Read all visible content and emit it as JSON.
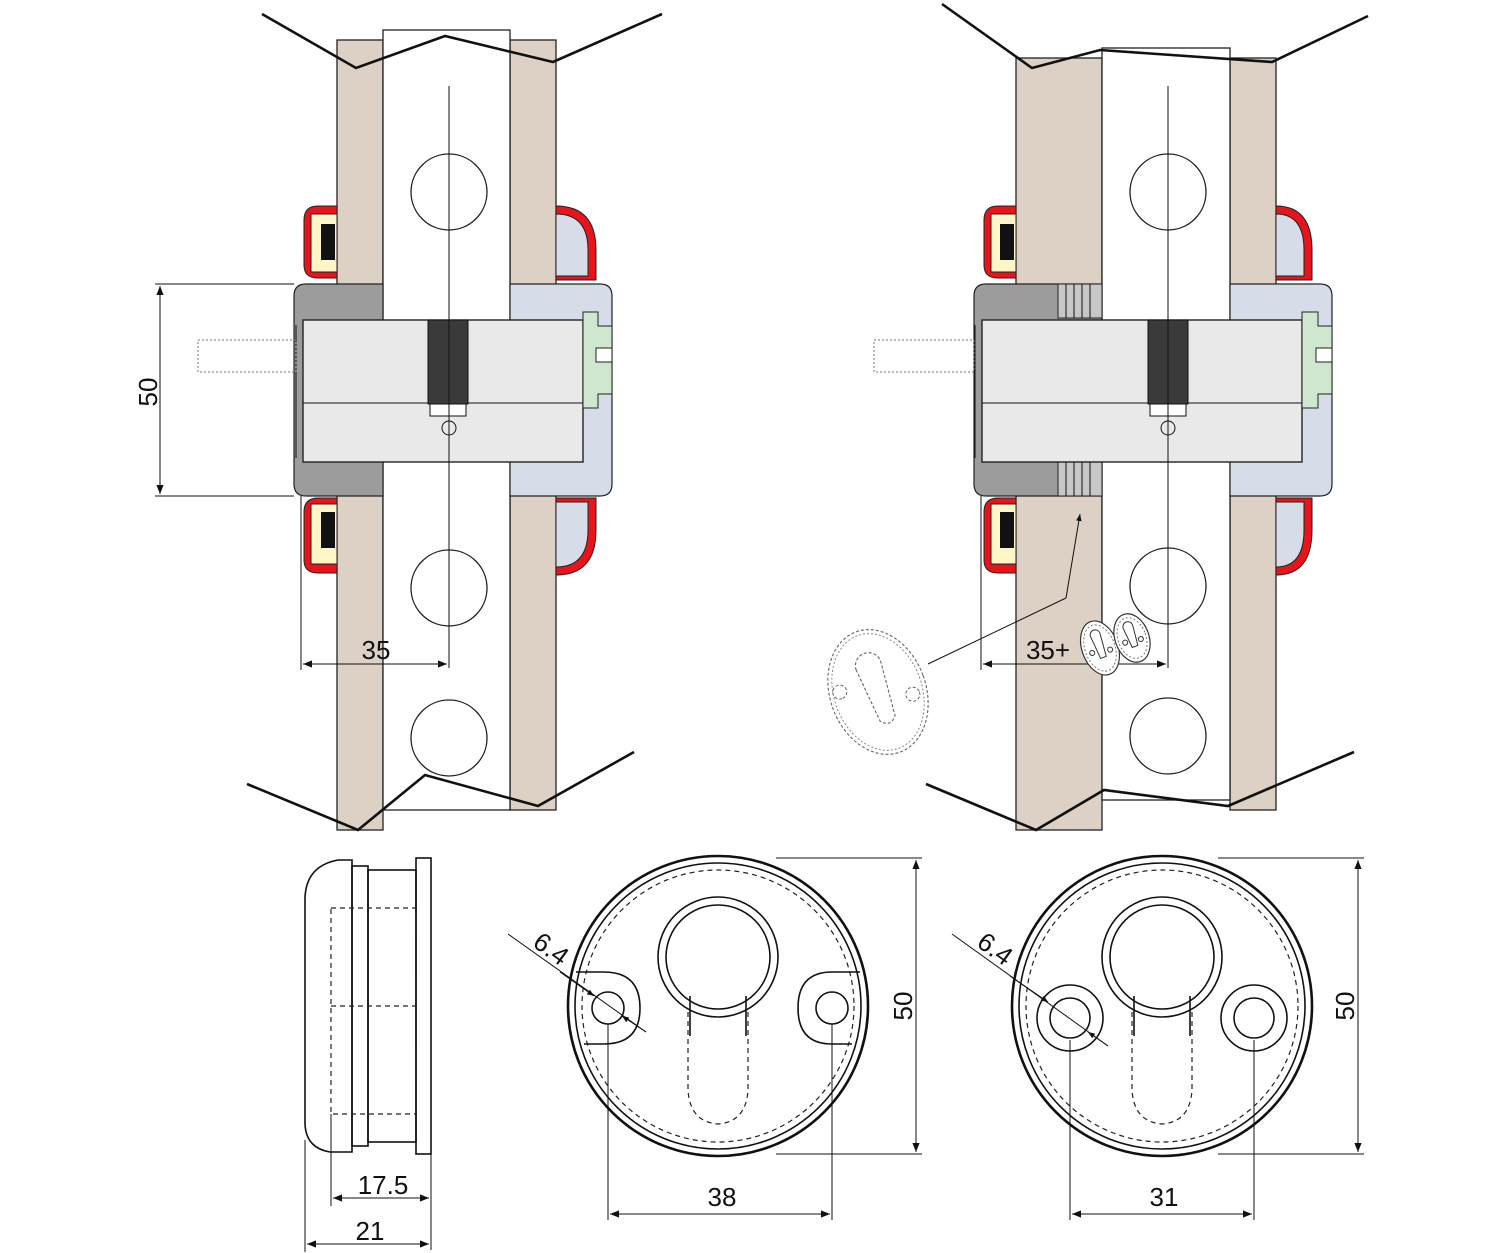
{
  "dimensions": {
    "top_left_height": "50",
    "top_left_protrusion": "35",
    "top_right_protrusion": "35+",
    "side_inner": "17.5",
    "side_outer": "21",
    "rosette_a_hole": "6.4",
    "rosette_a_spacing": "38",
    "rosette_a_diameter": "50",
    "rosette_b_hole": "6.4",
    "rosette_b_spacing": "31",
    "rosette_b_diameter": "50"
  },
  "colors": {
    "door_wood": "#dcd1c4",
    "rosette_red": "#e8141c",
    "rosette_cream": "#fff6c8",
    "outer_plate_blue": "#d6dde8",
    "inner_plate_grey": "#9c9c9c",
    "cylinder_grey": "#e9e9e9",
    "cam_dark": "#3a3a3a",
    "plug_green": "#cfe6cf"
  }
}
